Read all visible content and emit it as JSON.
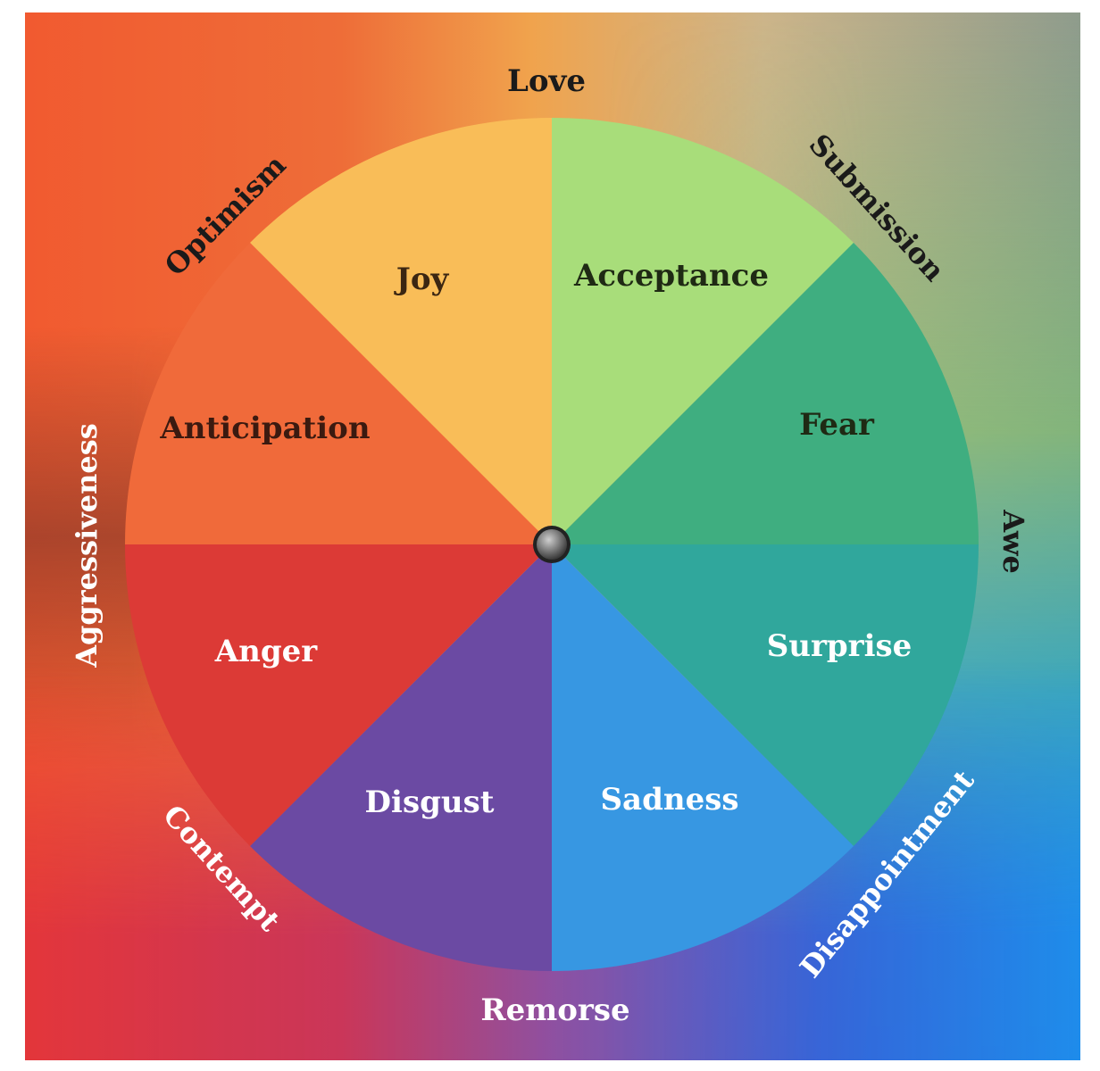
{
  "colors": {
    "joy": "#f9bd58",
    "acceptance": "#a8dd7a",
    "fear": "#3fae80",
    "surprise": "#30a79c",
    "sadness": "#3797e2",
    "disgust": "#6b4aa3",
    "anger": "#dc3a36",
    "anticipation": "#f06a3a",
    "hub": "#777777"
  },
  "sectors": [
    {
      "name": "Joy",
      "color_key": "joy",
      "text_color": "#3b2612"
    },
    {
      "name": "Acceptance",
      "color_key": "acceptance",
      "text_color": "#1f2a14"
    },
    {
      "name": "Fear",
      "color_key": "fear",
      "text_color": "#1f2a14"
    },
    {
      "name": "Surprise",
      "color_key": "surprise",
      "text_color": "#ffffff"
    },
    {
      "name": "Sadness",
      "color_key": "sadness",
      "text_color": "#ffffff"
    },
    {
      "name": "Disgust",
      "color_key": "disgust",
      "text_color": "#ffffff"
    },
    {
      "name": "Anger",
      "color_key": "anger",
      "text_color": "#ffffff"
    },
    {
      "name": "Anticipation",
      "color_key": "anticipation",
      "text_color": "#3b1a10"
    }
  ],
  "outer_labels": [
    {
      "name": "Love",
      "text_color": "#1a1a1a"
    },
    {
      "name": "Submission",
      "text_color": "#1a1a1a"
    },
    {
      "name": "Awe",
      "text_color": "#1a1a1a"
    },
    {
      "name": "Disappointment",
      "text_color": "#ffffff"
    },
    {
      "name": "Remorse",
      "text_color": "#ffffff"
    },
    {
      "name": "Contempt",
      "text_color": "#ffffff"
    },
    {
      "name": "Aggressiveness",
      "text_color": "#ffffff"
    },
    {
      "name": "Optimism",
      "text_color": "#1a1a1a"
    }
  ]
}
